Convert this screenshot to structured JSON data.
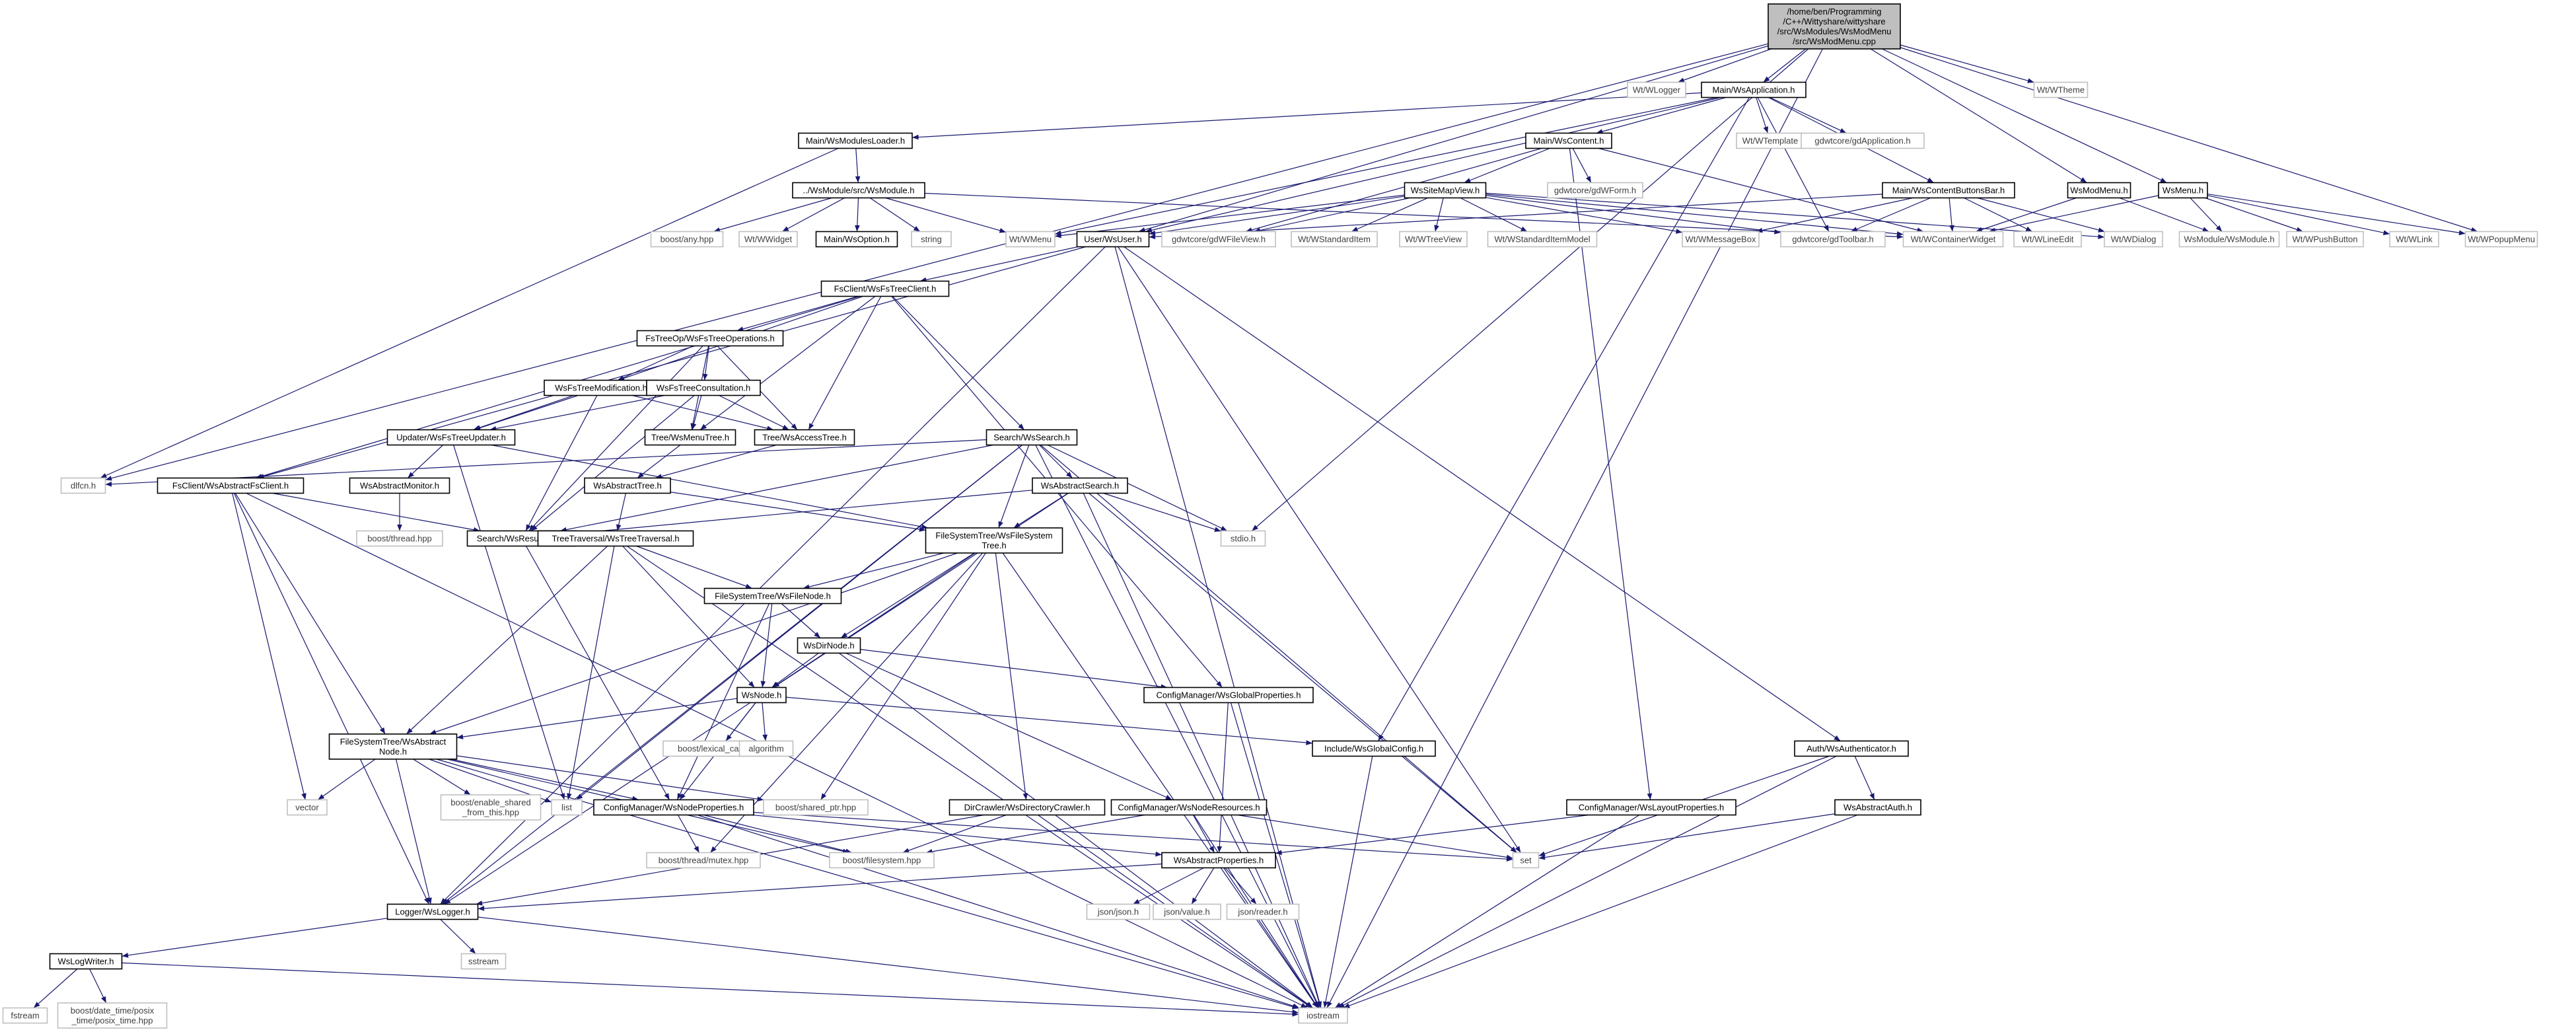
{
  "colors": {
    "edge": "#191970",
    "root_fill": "#bfbfbf",
    "local_border": "#000000",
    "system_border": "#bfbfbf",
    "system_text": "#404040"
  },
  "nodes": [
    {
      "id": "root",
      "label": [
        "/home/ben/Programming",
        "/C++/Wittyshare/wittyshare",
        "/src/WsModules/WsModMenu",
        "/src/WsModMenu.cpp"
      ],
      "kind": "root"
    },
    {
      "id": "wlogger",
      "label": [
        "Wt/WLogger"
      ],
      "kind": "system"
    },
    {
      "id": "wsapp",
      "label": [
        "Main/WsApplication.h"
      ],
      "kind": "local"
    },
    {
      "id": "wtheme",
      "label": [
        "Wt/WTheme"
      ],
      "kind": "system"
    },
    {
      "id": "modloader",
      "label": [
        "Main/WsModulesLoader.h"
      ],
      "kind": "local"
    },
    {
      "id": "wtemplate",
      "label": [
        "Wt/WTemplate"
      ],
      "kind": "system"
    },
    {
      "id": "gdapp",
      "label": [
        "gdwtcore/gdApplication.h"
      ],
      "kind": "system"
    },
    {
      "id": "wscontent",
      "label": [
        "Main/WsContent.h"
      ],
      "kind": "local"
    },
    {
      "id": "wsmodule",
      "label": [
        "../WsModule/src/WsModule.h"
      ],
      "kind": "local"
    },
    {
      "id": "gdform",
      "label": [
        "gdwtcore/gdWForm.h"
      ],
      "kind": "system"
    },
    {
      "id": "sitemap",
      "label": [
        "WsSiteMapView.h"
      ],
      "kind": "local"
    },
    {
      "id": "contentbtn",
      "label": [
        "Main/WsContentButtonsBar.h"
      ],
      "kind": "local"
    },
    {
      "id": "wsmodmenuh",
      "label": [
        "WsModMenu.h"
      ],
      "kind": "local"
    },
    {
      "id": "wsmenuh",
      "label": [
        "WsMenu.h"
      ],
      "kind": "local"
    },
    {
      "id": "boostany",
      "label": [
        "boost/any.hpp"
      ],
      "kind": "system"
    },
    {
      "id": "wwidget",
      "label": [
        "Wt/WWidget"
      ],
      "kind": "system"
    },
    {
      "id": "wsoption",
      "label": [
        "Main/WsOption.h"
      ],
      "kind": "local"
    },
    {
      "id": "string",
      "label": [
        "string"
      ],
      "kind": "system"
    },
    {
      "id": "wmenu",
      "label": [
        "Wt/WMenu"
      ],
      "kind": "system"
    },
    {
      "id": "wsuser",
      "label": [
        "User/WsUser.h"
      ],
      "kind": "local"
    },
    {
      "id": "gdfileview",
      "label": [
        "gdwtcore/gdWFileView.h"
      ],
      "kind": "system"
    },
    {
      "id": "wstditem",
      "label": [
        "Wt/WStandardItem"
      ],
      "kind": "system"
    },
    {
      "id": "wtreeview",
      "label": [
        "Wt/WTreeView"
      ],
      "kind": "system"
    },
    {
      "id": "wstdmodel",
      "label": [
        "Wt/WStandardItemModel"
      ],
      "kind": "system"
    },
    {
      "id": "wmsgbox",
      "label": [
        "Wt/WMessageBox"
      ],
      "kind": "system"
    },
    {
      "id": "gdtoolbar",
      "label": [
        "gdwtcore/gdToolbar.h"
      ],
      "kind": "system"
    },
    {
      "id": "wcontainer",
      "label": [
        "Wt/WContainerWidget"
      ],
      "kind": "system"
    },
    {
      "id": "wlineedit",
      "label": [
        "Wt/WLineEdit"
      ],
      "kind": "system"
    },
    {
      "id": "wdialog",
      "label": [
        "Wt/WDialog"
      ],
      "kind": "system"
    },
    {
      "id": "wsmodulewsmodule",
      "label": [
        "WsModule/WsModule.h"
      ],
      "kind": "system"
    },
    {
      "id": "wpushbutton",
      "label": [
        "Wt/WPushButton"
      ],
      "kind": "system"
    },
    {
      "id": "wlink",
      "label": [
        "Wt/WLink"
      ],
      "kind": "system"
    },
    {
      "id": "wpopupmenu",
      "label": [
        "Wt/WPopupMenu"
      ],
      "kind": "system"
    },
    {
      "id": "fsclient",
      "label": [
        "FsClient/WsFsTreeClient.h"
      ],
      "kind": "local"
    },
    {
      "id": "fsops",
      "label": [
        "FsTreeOp/WsFsTreeOperations.h"
      ],
      "kind": "local"
    },
    {
      "id": "treemod",
      "label": [
        "WsFsTreeModification.h"
      ],
      "kind": "local"
    },
    {
      "id": "treeconsult",
      "label": [
        "WsFsTreeConsultation.h"
      ],
      "kind": "local"
    },
    {
      "id": "updater",
      "label": [
        "Updater/WsFsTreeUpdater.h"
      ],
      "kind": "local"
    },
    {
      "id": "menutree",
      "label": [
        "Tree/WsMenuTree.h"
      ],
      "kind": "local"
    },
    {
      "id": "accesstree",
      "label": [
        "Tree/WsAccessTree.h"
      ],
      "kind": "local"
    },
    {
      "id": "search",
      "label": [
        "Search/WsSearch.h"
      ],
      "kind": "local"
    },
    {
      "id": "dlfcn",
      "label": [
        "dlfcn.h"
      ],
      "kind": "system"
    },
    {
      "id": "absfsclient",
      "label": [
        "FsClient/WsAbstractFsClient.h"
      ],
      "kind": "local"
    },
    {
      "id": "absmonitor",
      "label": [
        "WsAbstractMonitor.h"
      ],
      "kind": "local"
    },
    {
      "id": "abstree",
      "label": [
        "WsAbstractTree.h"
      ],
      "kind": "local"
    },
    {
      "id": "abssearch",
      "label": [
        "WsAbstractSearch.h"
      ],
      "kind": "local"
    },
    {
      "id": "boostthread",
      "label": [
        "boost/thread.hpp"
      ],
      "kind": "system"
    },
    {
      "id": "resultitem",
      "label": [
        "Search/WsResultItem.h"
      ],
      "kind": "local"
    },
    {
      "id": "fstree",
      "label": [
        "FileSystemTree/WsFileSystem",
        "Tree.h"
      ],
      "kind": "local"
    },
    {
      "id": "stdio",
      "label": [
        "stdio.h"
      ],
      "kind": "system"
    },
    {
      "id": "traversal",
      "label": [
        "TreeTraversal/WsTreeTraversal.h"
      ],
      "kind": "local"
    },
    {
      "id": "filenode",
      "label": [
        "FileSystemTree/WsFileNode.h"
      ],
      "kind": "local"
    },
    {
      "id": "dirnode",
      "label": [
        "WsDirNode.h"
      ],
      "kind": "local"
    },
    {
      "id": "wsnode",
      "label": [
        "WsNode.h"
      ],
      "kind": "local"
    },
    {
      "id": "globalprops",
      "label": [
        "ConfigManager/WsGlobalProperties.h"
      ],
      "kind": "local"
    },
    {
      "id": "absnode",
      "label": [
        "FileSystemTree/WsAbstract",
        "Node.h"
      ],
      "kind": "local"
    },
    {
      "id": "lexical",
      "label": [
        "boost/lexical_cast.hpp"
      ],
      "kind": "system"
    },
    {
      "id": "algorithm",
      "label": [
        "algorithm"
      ],
      "kind": "system"
    },
    {
      "id": "globalconfig",
      "label": [
        "Include/WsGlobalConfig.h"
      ],
      "kind": "local"
    },
    {
      "id": "authenticator",
      "label": [
        "Auth/WsAuthenticator.h"
      ],
      "kind": "local"
    },
    {
      "id": "vector",
      "label": [
        "vector"
      ],
      "kind": "system"
    },
    {
      "id": "enableshared",
      "label": [
        "boost/enable_shared",
        "_from_this.hpp"
      ],
      "kind": "system"
    },
    {
      "id": "list",
      "label": [
        "list"
      ],
      "kind": "system"
    },
    {
      "id": "nodeprops",
      "label": [
        "ConfigManager/WsNodeProperties.h"
      ],
      "kind": "local"
    },
    {
      "id": "sharedptr",
      "label": [
        "boost/shared_ptr.hpp"
      ],
      "kind": "system"
    },
    {
      "id": "dircrawler",
      "label": [
        "DirCrawler/WsDirectoryCrawler.h"
      ],
      "kind": "local"
    },
    {
      "id": "noderes",
      "label": [
        "ConfigManager/WsNodeResources.h"
      ],
      "kind": "local"
    },
    {
      "id": "layoutprops",
      "label": [
        "ConfigManager/WsLayoutProperties.h"
      ],
      "kind": "local"
    },
    {
      "id": "absauth",
      "label": [
        "WsAbstractAuth.h"
      ],
      "kind": "local"
    },
    {
      "id": "set",
      "label": [
        "set"
      ],
      "kind": "system"
    },
    {
      "id": "mutex",
      "label": [
        "boost/thread/mutex.hpp"
      ],
      "kind": "system"
    },
    {
      "id": "filesystem",
      "label": [
        "boost/filesystem.hpp"
      ],
      "kind": "system"
    },
    {
      "id": "absprops",
      "label": [
        "WsAbstractProperties.h"
      ],
      "kind": "local"
    },
    {
      "id": "logger",
      "label": [
        "Logger/WsLogger.h"
      ],
      "kind": "local"
    },
    {
      "id": "jsonjson",
      "label": [
        "json/json.h"
      ],
      "kind": "system"
    },
    {
      "id": "jsonvalue",
      "label": [
        "json/value.h"
      ],
      "kind": "system"
    },
    {
      "id": "jsonreader",
      "label": [
        "json/reader.h"
      ],
      "kind": "system"
    },
    {
      "id": "sstream",
      "label": [
        "sstream"
      ],
      "kind": "system"
    },
    {
      "id": "logwriter",
      "label": [
        "WsLogWriter.h"
      ],
      "kind": "local"
    },
    {
      "id": "fstream",
      "label": [
        "fstream"
      ],
      "kind": "system"
    },
    {
      "id": "posixtime",
      "label": [
        "boost/date_time/posix",
        "_time/posix_time.hpp"
      ],
      "kind": "system"
    },
    {
      "id": "iostream",
      "label": [
        "iostream"
      ],
      "kind": "system"
    }
  ],
  "edges": [
    [
      "root",
      "wlogger"
    ],
    [
      "root",
      "wsapp"
    ],
    [
      "root",
      "wtheme"
    ],
    [
      "root",
      "wsmodmenuh"
    ],
    [
      "root",
      "wsmenuh"
    ],
    [
      "root",
      "dlfcn"
    ],
    [
      "root",
      "stdio"
    ],
    [
      "root",
      "wsuser"
    ],
    [
      "root",
      "wpopupmenu"
    ],
    [
      "root",
      "iostream"
    ],
    [
      "wsapp",
      "modloader"
    ],
    [
      "wsapp",
      "wtemplate"
    ],
    [
      "wsapp",
      "gdapp"
    ],
    [
      "wsapp",
      "wscontent"
    ],
    [
      "wsapp",
      "contentbtn"
    ],
    [
      "wsapp",
      "gdtoolbar"
    ],
    [
      "wsapp",
      "wsuser"
    ],
    [
      "wsapp",
      "globalconfig"
    ],
    [
      "wsapp",
      "wmenu"
    ],
    [
      "modloader",
      "wsmodule"
    ],
    [
      "modloader",
      "dlfcn"
    ],
    [
      "wsmodule",
      "boostany"
    ],
    [
      "wsmodule",
      "wwidget"
    ],
    [
      "wsmodule",
      "wsoption"
    ],
    [
      "wsmodule",
      "string"
    ],
    [
      "wsmodule",
      "wmenu"
    ],
    [
      "wsmodule",
      "wcontainer"
    ],
    [
      "wscontent",
      "gdform"
    ],
    [
      "wscontent",
      "sitemap"
    ],
    [
      "wscontent",
      "wcontainer"
    ],
    [
      "wscontent",
      "layoutprops"
    ],
    [
      "wscontent",
      "gdfileview"
    ],
    [
      "sitemap",
      "wmenu"
    ],
    [
      "sitemap",
      "wsuser"
    ],
    [
      "sitemap",
      "gdfileview"
    ],
    [
      "sitemap",
      "wstditem"
    ],
    [
      "sitemap",
      "wtreeview"
    ],
    [
      "sitemap",
      "wstdmodel"
    ],
    [
      "sitemap",
      "wmsgbox"
    ],
    [
      "sitemap",
      "gdtoolbar"
    ],
    [
      "sitemap",
      "wcontainer"
    ],
    [
      "sitemap",
      "wdialog"
    ],
    [
      "contentbtn",
      "wmsgbox"
    ],
    [
      "contentbtn",
      "gdtoolbar"
    ],
    [
      "contentbtn",
      "wcontainer"
    ],
    [
      "contentbtn",
      "wlineedit"
    ],
    [
      "contentbtn",
      "wdialog"
    ],
    [
      "contentbtn",
      "wsuser"
    ],
    [
      "wsmodmenuh",
      "wcontainer"
    ],
    [
      "wsmodmenuh",
      "wsmodulewsmodule"
    ],
    [
      "wsmenuh",
      "wcontainer"
    ],
    [
      "wsmenuh",
      "wsmodulewsmodule"
    ],
    [
      "wsmenuh",
      "wpushbutton"
    ],
    [
      "wsmenuh",
      "wlink"
    ],
    [
      "wsmenuh",
      "wpopupmenu"
    ],
    [
      "wsuser",
      "fsclient"
    ],
    [
      "wsuser",
      "absfsclient"
    ],
    [
      "wsuser",
      "authenticator"
    ],
    [
      "wsuser",
      "set"
    ],
    [
      "wsuser",
      "iostream"
    ],
    [
      "wsuser",
      "logger"
    ],
    [
      "fsclient",
      "fsops"
    ],
    [
      "fsclient",
      "menutree"
    ],
    [
      "fsclient",
      "accesstree"
    ],
    [
      "fsclient",
      "search"
    ],
    [
      "fsclient",
      "updater"
    ],
    [
      "fsclient",
      "absfsclient"
    ],
    [
      "fsclient",
      "globalprops"
    ],
    [
      "fsops",
      "treemod"
    ],
    [
      "fsops",
      "treeconsult"
    ],
    [
      "fsops",
      "menutree"
    ],
    [
      "fsops",
      "accesstree"
    ],
    [
      "fsops",
      "resultitem"
    ],
    [
      "treemod",
      "updater"
    ],
    [
      "treemod",
      "accesstree"
    ],
    [
      "treemod",
      "resultitem"
    ],
    [
      "treeconsult",
      "menutree"
    ],
    [
      "treeconsult",
      "accesstree"
    ],
    [
      "treeconsult",
      "updater"
    ],
    [
      "treeconsult",
      "resultitem"
    ],
    [
      "updater",
      "absmonitor"
    ],
    [
      "updater",
      "fstree"
    ],
    [
      "updater",
      "list"
    ],
    [
      "absmonitor",
      "boostthread"
    ],
    [
      "menutree",
      "abstree"
    ],
    [
      "accesstree",
      "abstree"
    ],
    [
      "abstree",
      "traversal"
    ],
    [
      "abstree",
      "fstree"
    ],
    [
      "search",
      "abssearch"
    ],
    [
      "search",
      "fstree"
    ],
    [
      "search",
      "stdio"
    ],
    [
      "search",
      "dlfcn"
    ],
    [
      "search",
      "set"
    ],
    [
      "search",
      "iostream"
    ],
    [
      "search",
      "logger"
    ],
    [
      "search",
      "resultitem"
    ],
    [
      "search",
      "list"
    ],
    [
      "abssearch",
      "resultitem"
    ],
    [
      "abssearch",
      "fstree"
    ],
    [
      "abssearch",
      "stdio"
    ],
    [
      "abssearch",
      "set"
    ],
    [
      "abssearch",
      "iostream"
    ],
    [
      "abssearch",
      "logger"
    ],
    [
      "absfsclient",
      "resultitem"
    ],
    [
      "absfsclient",
      "absnode"
    ],
    [
      "absfsclient",
      "vector"
    ],
    [
      "absfsclient",
      "logger"
    ],
    [
      "absfsclient",
      "iostream"
    ],
    [
      "resultitem",
      "nodeprops"
    ],
    [
      "fstree",
      "filenode"
    ],
    [
      "fstree",
      "dirnode"
    ],
    [
      "fstree",
      "wsnode"
    ],
    [
      "fstree",
      "dircrawler"
    ],
    [
      "fstree",
      "sharedptr"
    ],
    [
      "fstree",
      "mutex"
    ],
    [
      "fstree",
      "absnode"
    ],
    [
      "fstree",
      "iostream"
    ],
    [
      "traversal",
      "filenode"
    ],
    [
      "traversal",
      "wsnode"
    ],
    [
      "traversal",
      "absnode"
    ],
    [
      "traversal",
      "list"
    ],
    [
      "traversal",
      "iostream"
    ],
    [
      "filenode",
      "dirnode"
    ],
    [
      "filenode",
      "wsnode"
    ],
    [
      "filenode",
      "nodeprops"
    ],
    [
      "dirnode",
      "wsnode"
    ],
    [
      "dirnode",
      "globalprops"
    ],
    [
      "dirnode",
      "noderes"
    ],
    [
      "dirnode",
      "iostream"
    ],
    [
      "wsnode",
      "absnode"
    ],
    [
      "wsnode",
      "lexical"
    ],
    [
      "wsnode",
      "algorithm"
    ],
    [
      "wsnode",
      "nodeprops"
    ],
    [
      "wsnode",
      "globalconfig"
    ],
    [
      "globalprops",
      "absprops"
    ],
    [
      "globalprops",
      "iostream"
    ],
    [
      "absnode",
      "vector"
    ],
    [
      "absnode",
      "enableshared"
    ],
    [
      "absnode",
      "list"
    ],
    [
      "absnode",
      "nodeprops"
    ],
    [
      "absnode",
      "sharedptr"
    ],
    [
      "absnode",
      "filesystem"
    ],
    [
      "absnode",
      "logger"
    ],
    [
      "absnode",
      "iostream"
    ],
    [
      "globalconfig",
      "iostream"
    ],
    [
      "authenticator",
      "absauth"
    ],
    [
      "authenticator",
      "set"
    ],
    [
      "authenticator",
      "iostream"
    ],
    [
      "absauth",
      "set"
    ],
    [
      "absauth",
      "iostream"
    ],
    [
      "nodeprops",
      "mutex"
    ],
    [
      "nodeprops",
      "filesystem"
    ],
    [
      "nodeprops",
      "absprops"
    ],
    [
      "nodeprops",
      "set"
    ],
    [
      "nodeprops",
      "iostream"
    ],
    [
      "dircrawler",
      "filesystem"
    ],
    [
      "dircrawler",
      "logger"
    ],
    [
      "dircrawler",
      "iostream"
    ],
    [
      "noderes",
      "absprops"
    ],
    [
      "noderes",
      "set"
    ],
    [
      "noderes",
      "iostream"
    ],
    [
      "noderes",
      "filesystem"
    ],
    [
      "layoutprops",
      "absprops"
    ],
    [
      "layoutprops",
      "iostream"
    ],
    [
      "absprops",
      "jsonjson"
    ],
    [
      "absprops",
      "jsonvalue"
    ],
    [
      "absprops",
      "jsonreader"
    ],
    [
      "absprops",
      "logger"
    ],
    [
      "absprops",
      "iostream"
    ],
    [
      "logger",
      "logwriter"
    ],
    [
      "logger",
      "sstream"
    ],
    [
      "logger",
      "iostream"
    ],
    [
      "logwriter",
      "fstream"
    ],
    [
      "logwriter",
      "posixtime"
    ],
    [
      "logwriter",
      "iostream"
    ]
  ]
}
